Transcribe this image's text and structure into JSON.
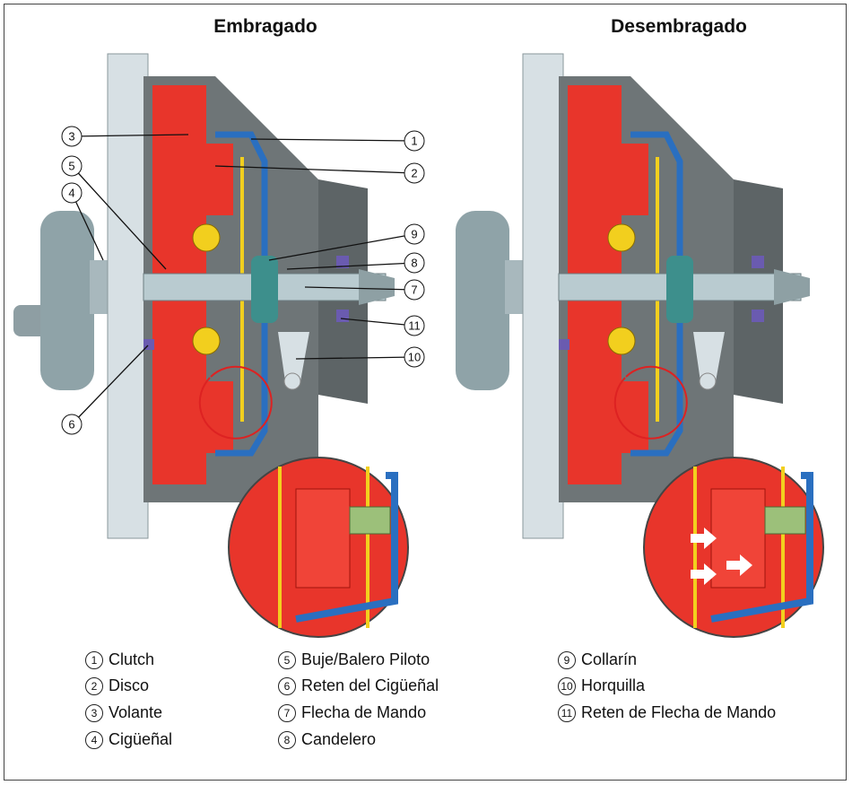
{
  "titles": {
    "engaged": "Embragado",
    "disengaged": "Desembragado"
  },
  "legend": [
    {
      "num": "1",
      "label": "Clutch"
    },
    {
      "num": "2",
      "label": "Disco"
    },
    {
      "num": "3",
      "label": "Volante"
    },
    {
      "num": "4",
      "label": "Cigüeñal"
    },
    {
      "num": "5",
      "label": "Buje/Balero Piloto"
    },
    {
      "num": "6",
      "label": "Reten del Cigüeñal"
    },
    {
      "num": "7",
      "label": "Flecha de Mando"
    },
    {
      "num": "8",
      "label": "Candelero"
    },
    {
      "num": "9",
      "label": "Collarín"
    },
    {
      "num": "10",
      "label": "Horquilla"
    },
    {
      "num": "11",
      "label": "Reten de Flecha de Mando"
    }
  ],
  "callouts_left": [
    "3",
    "5",
    "4",
    "6"
  ],
  "callouts_right": [
    "1",
    "2",
    "9",
    "8",
    "7",
    "11",
    "10"
  ],
  "colors": {
    "red": "#e8352b",
    "blue": "#2a6fc0",
    "grey": "#7d8a8c",
    "housing": "#c9d3d8",
    "yellow": "#f2cf1e",
    "green": "#8fb46a"
  }
}
